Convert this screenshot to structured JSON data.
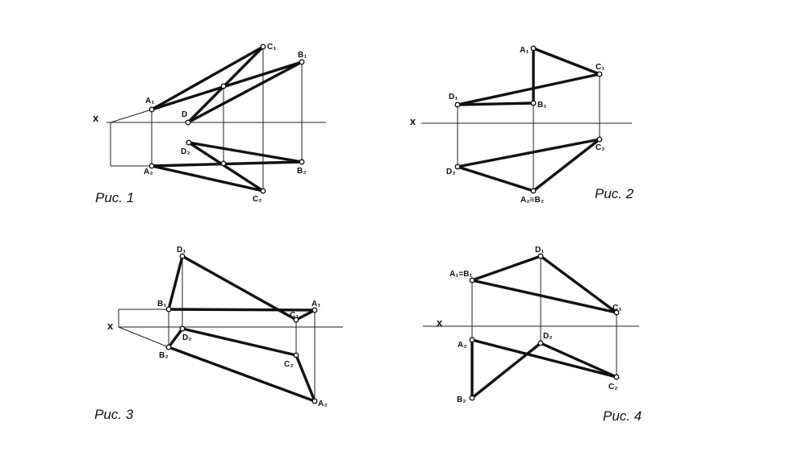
{
  "axis_label": "x",
  "figures": [
    {
      "caption": "Рис. 1",
      "labels": {
        "A1": "A₁",
        "A2": "A₂",
        "B1": "B₁",
        "B2": "B₂",
        "C1": "C₁",
        "C2": "C₂",
        "D": "D",
        "D2": "D₂"
      }
    },
    {
      "caption": "Рис. 2",
      "labels": {
        "A1": "A₁",
        "B1": "B₁",
        "C1": "C₁",
        "C2": "C₂",
        "D1": "D₁",
        "D2": "D₂",
        "A2B2": "A₂≡B₂"
      }
    },
    {
      "caption": "Рис. 3",
      "labels": {
        "A1": "A₁",
        "A2": "A₂",
        "B1": "B₁",
        "B2": "B₂",
        "C1": "C₁",
        "C2": "C₂",
        "D1": "D₁",
        "D2": "D₂"
      }
    },
    {
      "caption": "Рис. 4",
      "labels": {
        "A1B1": "A₁=B₁",
        "A2": "A₂",
        "B2": "B₂",
        "C1": "C₁",
        "C2": "C₂",
        "D1": "D₁",
        "D2": "D₂"
      }
    }
  ]
}
